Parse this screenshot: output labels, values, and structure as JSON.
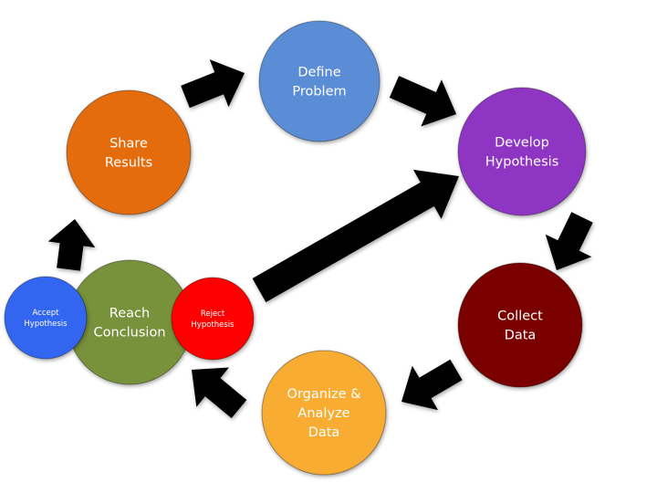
{
  "diagram": {
    "nodes": [
      {
        "id": "define",
        "lines": [
          "Define",
          "Problem"
        ],
        "color": "#5A8DD6"
      },
      {
        "id": "develop",
        "lines": [
          "Develop",
          "Hypothesis"
        ],
        "color": "#8E35C4"
      },
      {
        "id": "collect",
        "lines": [
          "Collect",
          "Data"
        ],
        "color": "#7A0000"
      },
      {
        "id": "organize",
        "lines": [
          "Organize &",
          "Analyze",
          "Data"
        ],
        "color": "#F8AC33"
      },
      {
        "id": "conclusion",
        "lines": [
          "Reach",
          "Conclusion"
        ],
        "color": "#78913A"
      },
      {
        "id": "accept",
        "lines": [
          "Accept",
          "Hypothesis"
        ],
        "color": "#3366F0"
      },
      {
        "id": "reject",
        "lines": [
          "Reject",
          "Hypothesis"
        ],
        "color": "#FF0000"
      },
      {
        "id": "share",
        "lines": [
          "Share",
          "Results"
        ],
        "color": "#E46C0A"
      }
    ],
    "edges": [
      {
        "from": "share",
        "to": "define"
      },
      {
        "from": "define",
        "to": "develop"
      },
      {
        "from": "develop",
        "to": "collect"
      },
      {
        "from": "collect",
        "to": "organize"
      },
      {
        "from": "organize",
        "to": "conclusion"
      },
      {
        "from": "conclusion",
        "to": "share"
      },
      {
        "from": "reject",
        "to": "develop"
      }
    ],
    "arrow_color": "#000000"
  }
}
